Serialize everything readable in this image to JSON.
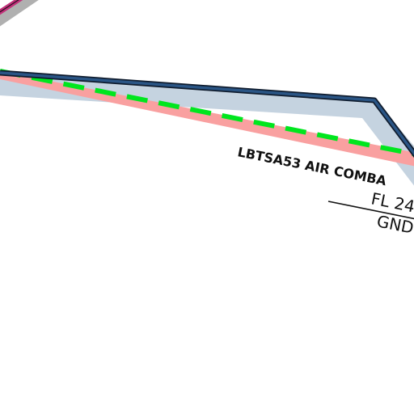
{
  "airspace": {
    "name": "LBTSA53 AIR COMBA",
    "upper_limit": "FL 24",
    "lower_limit": "GND"
  },
  "colors": {
    "background": "#ffffff",
    "boundary_halo": "#c5d3e0",
    "boundary_line": "#1e3f66",
    "danger_band": "#f9a0a0",
    "route_dash": "#00e61e",
    "corner_pink": "#c2307a",
    "corner_gray": "#b0b0b0"
  }
}
